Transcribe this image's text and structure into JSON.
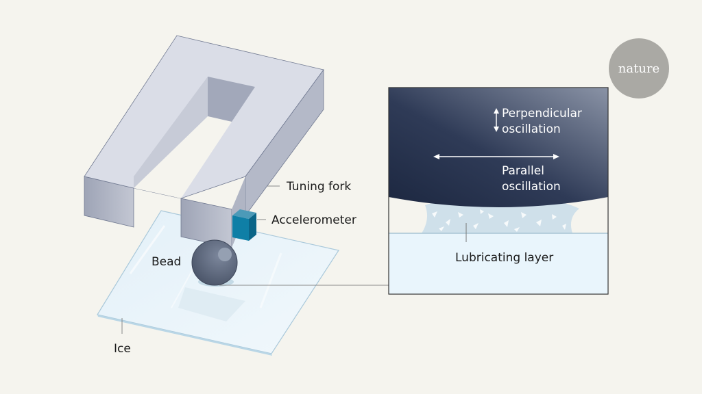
{
  "figure": {
    "labels": {
      "tuning_fork": "Tuning fork",
      "accelerometer": "Accelerometer",
      "bead": "Bead",
      "ice": "Ice",
      "perpendicular_line1": "Perpendicular",
      "perpendicular_line2": "oscillation",
      "parallel_line1": "Parallel",
      "parallel_line2": "oscillation",
      "lubricating_layer": "Lubricating layer"
    },
    "logo": "nature"
  },
  "colors": {
    "background": "#f5f4ee",
    "fork_top": "#dcdfe8",
    "fork_side": "#a9afc0",
    "accelerometer": "#0f7fa6",
    "bead": "#5d6880",
    "inset_dark": "#1f2a40",
    "ice": "#e8f4fb",
    "lubricant": "#cfe0ea",
    "logo_circle": "#aaa9a4"
  }
}
